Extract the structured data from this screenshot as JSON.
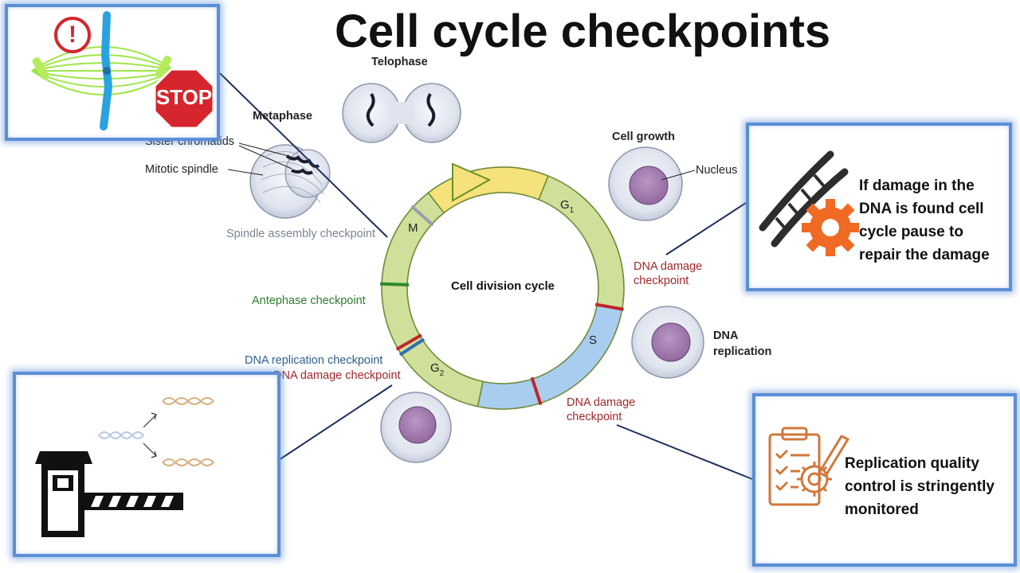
{
  "title": "Cell cycle checkpoints",
  "cycle": {
    "center_label": "Cell division cycle",
    "phases": [
      {
        "id": "M",
        "label": "M",
        "color": "#f6e27a"
      },
      {
        "id": "G1",
        "label": "G",
        "sub": "1",
        "color": "#cfe09a"
      },
      {
        "id": "S",
        "label": "S",
        "color": "#a9cdee"
      },
      {
        "id": "G2",
        "label": "G",
        "sub": "2",
        "color": "#cfe09a"
      }
    ]
  },
  "stages": {
    "telophase": "Telophase",
    "metaphase": "Metaphase",
    "sister_chromatids": "Sister chromatids",
    "mitotic_spindle": "Mitotic spindle",
    "cell_growth": "Cell growth",
    "nucleus": "Nucleus",
    "dna_replication": "DNA\nreplication"
  },
  "checkpoints": {
    "spindle": "Spindle assembly checkpoint",
    "antephase": "Antephase checkpoint",
    "dna_replication": "DNA replication checkpoint",
    "dna_damage_left": "DNA damage checkpoint",
    "dna_damage_right": "DNA damage\ncheckpoint",
    "dna_damage_bottom": "DNA damage\ncheckpoint"
  },
  "callouts": {
    "stop_sign": "STOP",
    "alert_mark": "!",
    "dna_repair": "If damage in the DNA is found cell cycle pause to repair the damage",
    "replication_qc": "Replication quality control is stringently monitored"
  },
  "colors": {
    "box_border": "#5b8fd6",
    "red_checkpoint": "#c0262b",
    "green_checkpoint": "#2e8a2e",
    "blue_checkpoint": "#2f6fb3",
    "gray_checkpoint": "#9aa0a8",
    "icon_orange": "#f06a23",
    "cell_purple": "#a884b6"
  }
}
